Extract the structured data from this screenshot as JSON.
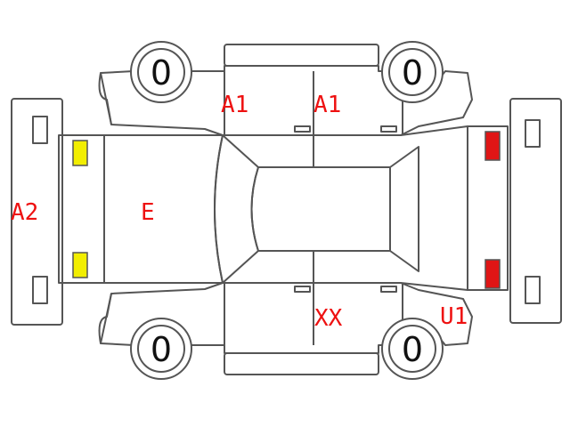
{
  "colors": {
    "outline": "#555555",
    "damage_code": "#ee1111",
    "front_lamp": "#f2ee00",
    "rear_lamp": "#e01515"
  },
  "tires": {
    "front_left": "0",
    "rear_left": "0",
    "front_right": "0",
    "rear_right": "0"
  },
  "damage_codes": {
    "front_left_door": "A1",
    "rear_left_door": "A1",
    "front_bumper": "A2",
    "hood": "E",
    "right_rear_door": "XX",
    "right_rear_quarter": "U1"
  }
}
